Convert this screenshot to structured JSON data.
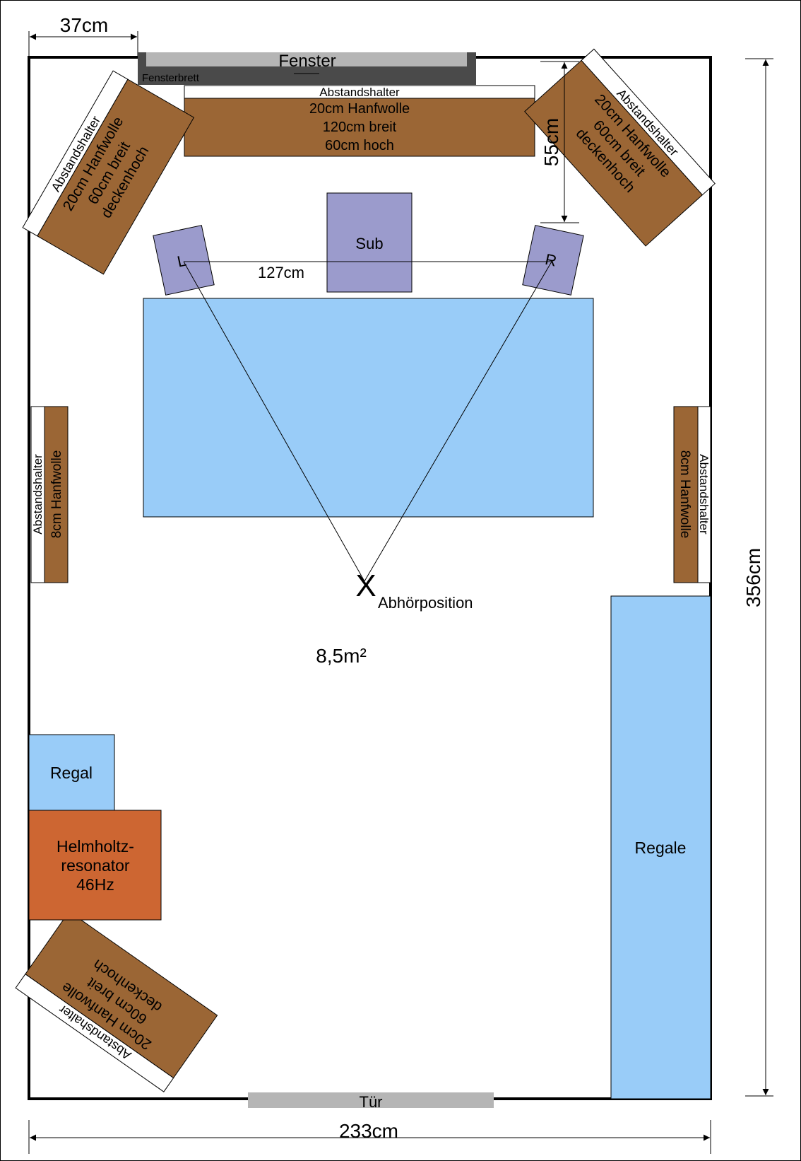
{
  "colors": {
    "wall": "#000000",
    "absorber": "#9b6635",
    "spacer": "#ffffff",
    "speaker": "#9b9bcc",
    "desk": "#99ccf8",
    "shelf": "#99ccf8",
    "resonator": "#cd6632",
    "window_frame": "#6a6a6a",
    "window_sill": "#4a4a4a",
    "door": "#b5b5b5"
  },
  "dimensions": {
    "left_gap": "37cm",
    "room_width": "233cm",
    "room_depth": "356cm",
    "speaker_distance": "55cm",
    "speaker_spacing": "127cm"
  },
  "window": {
    "label": "Fenster",
    "sill_label": "Fensterbrett"
  },
  "door": {
    "label": "Tür"
  },
  "front_absorber": {
    "spacer_label": "Abstandshalter",
    "line1": "20cm Hanfwolle",
    "line2": "120cm breit",
    "line3": "60cm hoch"
  },
  "corner_absorber_top_left": {
    "spacer_label": "Abstandshalter",
    "line1": "20cm Hanfwolle",
    "line2": "60cm breit",
    "line3": "deckenhoch"
  },
  "corner_absorber_top_right": {
    "spacer_label": "Abstandshalter",
    "line1": "20cm Hanfwolle",
    "line2": "60cm breit",
    "line3": "deckenhoch"
  },
  "corner_absorber_bottom_left": {
    "spacer_label": "Abstandshalter",
    "line1": "20cm Hanfwolle",
    "line2": "60cm breit",
    "line3": "deckenhoch"
  },
  "side_absorber_left": {
    "spacer_label": "Abstandshalter",
    "label": "8cm Hanfwolle"
  },
  "side_absorber_right": {
    "spacer_label": "Abstandshalter",
    "label": "8cm Hanfwolle"
  },
  "speakers": {
    "left": "L",
    "right": "R",
    "sub": "Sub"
  },
  "listening_position": {
    "marker": "X",
    "label": "Abhörposition"
  },
  "area": "8,5m²",
  "shelf_small": "Regal",
  "shelves_large": "Regale",
  "resonator": {
    "line1": "Helmholtz-",
    "line2": "resonator",
    "line3": "46Hz"
  }
}
